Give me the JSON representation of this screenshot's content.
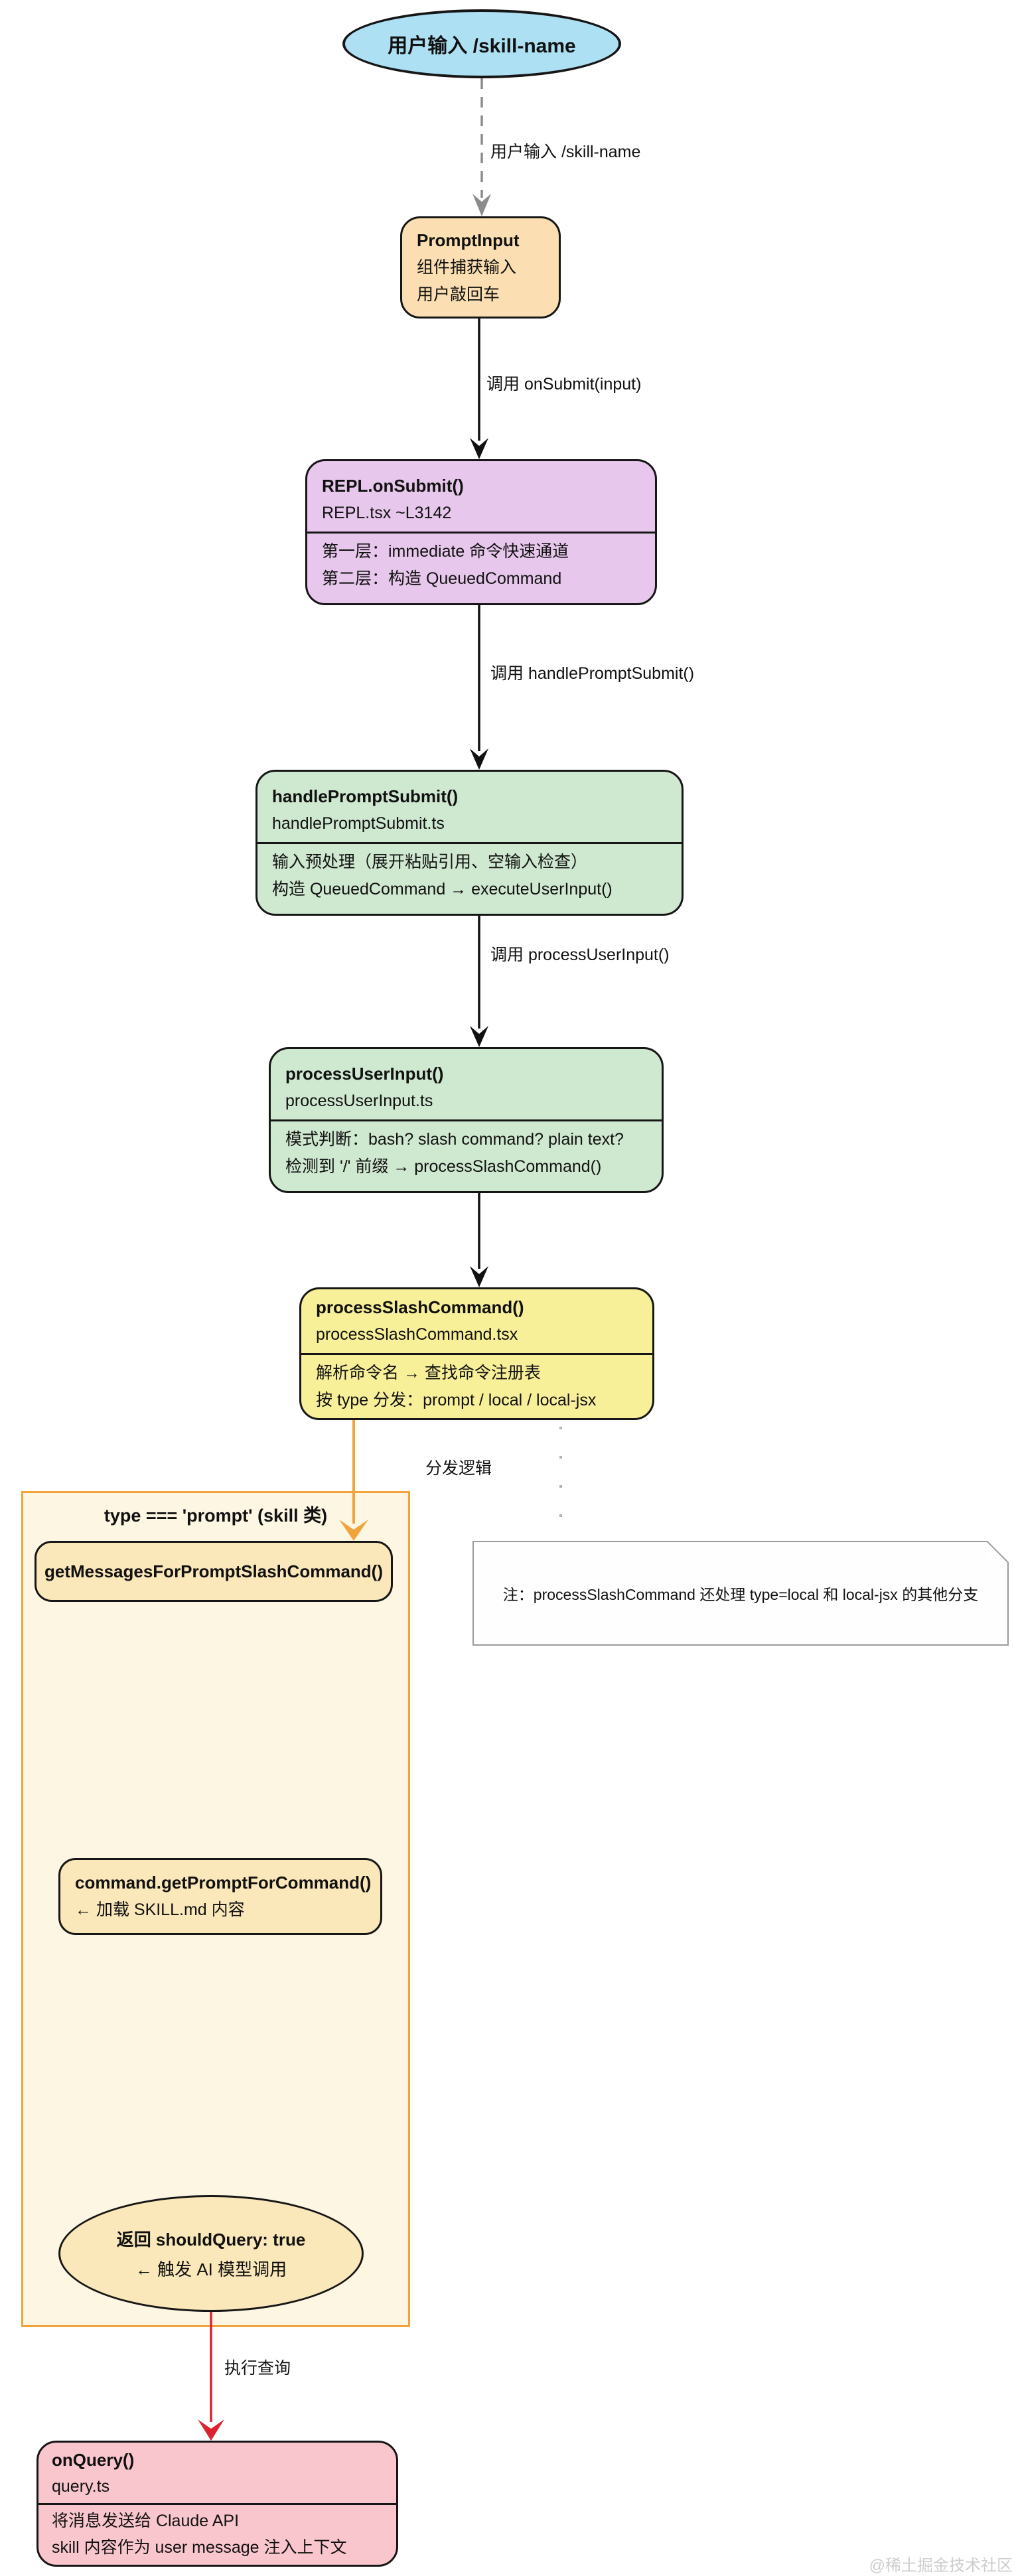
{
  "nodes": {
    "start": {
      "label": "用户输入 /skill-name"
    },
    "prompt_input": {
      "title": "PromptInput",
      "line1": "组件捕获输入",
      "line2": "用户敲回车"
    },
    "repl": {
      "title": "REPL.onSubmit()",
      "file": "REPL.tsx ~L3142",
      "line1": "第一层：immediate 命令快速通道",
      "line2": "第二层：构造 QueuedCommand"
    },
    "handle_prompt_submit": {
      "title": "handlePromptSubmit()",
      "file": "handlePromptSubmit.ts",
      "line1": "输入预处理（展开粘贴引用、空输入检查）",
      "line2": "构造 QueuedCommand → executeUserInput()"
    },
    "process_user_input": {
      "title": "processUserInput()",
      "file": "processUserInput.ts",
      "line1": "模式判断：bash? slash command? plain text?",
      "line2": "检测到 '/' 前缀 → processSlashCommand()"
    },
    "process_slash_command": {
      "title": "processSlashCommand()",
      "file": "processSlashCommand.tsx",
      "line1": "解析命令名 → 查找命令注册表",
      "line2": "按 type 分发：prompt / local / local-jsx"
    },
    "get_messages": {
      "title": "getMessagesForPromptSlashCommand()"
    },
    "get_prompt": {
      "title": "command.getPromptForCommand()",
      "line1": "← 加载 SKILL.md 内容"
    },
    "should_query": {
      "line1": "返回 shouldQuery: true",
      "line2": "← 触发 AI 模型调用"
    },
    "on_query": {
      "title": "onQuery()",
      "file": "query.ts",
      "line1": "将消息发送给 Claude API",
      "line2": "skill 内容作为 user message 注入上下文"
    }
  },
  "subgraph": {
    "title": "type === 'prompt' (skill 类)"
  },
  "note": {
    "text": "注：processSlashCommand 还处理 type=local 和 local-jsx 的其他分支"
  },
  "edge_labels": {
    "user_input": "用户输入 /skill-name",
    "on_submit": "调用 onSubmit(input)",
    "handle_prompt_submit": "调用 handlePromptSubmit()",
    "process_user_input": "调用 processUserInput()",
    "dispatch": "分发逻辑",
    "execute_query": "执行查询"
  },
  "watermark": "@稀土掘金技术社区",
  "colors": {
    "start_fill": "#aee0f4",
    "orange_node_fill": "#fbdfb2",
    "purple_node_fill": "#e8c7ec",
    "green_node_fill": "#cfe8d0",
    "yellow_node_fill": "#f8ef99",
    "peach_node_fill": "#fae7ba",
    "pink_node_fill": "#f9c6cd",
    "subgraph_fill": "#fdf6e3",
    "subgraph_border": "#f2a43c",
    "edge_black": "#111111",
    "edge_gray_dashed": "#8c8c8c",
    "edge_orange": "#f2a43c",
    "edge_red": "#da2430",
    "node_border": "#161616"
  }
}
